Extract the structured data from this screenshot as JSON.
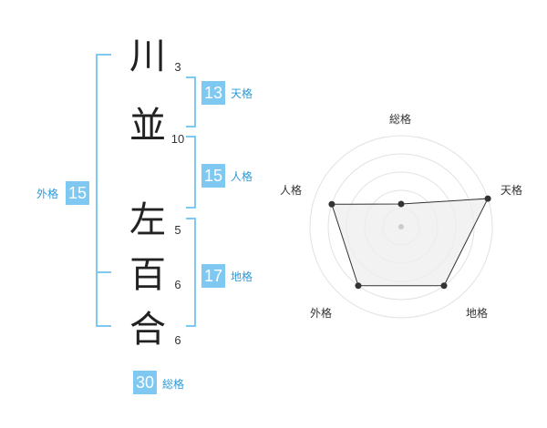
{
  "characters": [
    {
      "char": "川",
      "strokes": "3"
    },
    {
      "char": "並",
      "strokes": "10"
    },
    {
      "char": "左",
      "strokes": "5"
    },
    {
      "char": "百",
      "strokes": "6"
    },
    {
      "char": "合",
      "strokes": "6"
    }
  ],
  "fortunes": {
    "tenkaku": {
      "label": "天格",
      "value": "13"
    },
    "jinkaku": {
      "label": "人格",
      "value": "15"
    },
    "chikaku": {
      "label": "地格",
      "value": "17"
    },
    "gaikaku": {
      "label": "外格",
      "value": "15"
    },
    "soukaku": {
      "label": "総格",
      "value": "30"
    }
  },
  "colors": {
    "accent": "#7ec8f2",
    "accent_text": "#2a9ad8",
    "bracket": "#7ec8f2"
  },
  "chart_data": {
    "type": "radar",
    "axes": [
      "総格",
      "天格",
      "地格",
      "外格",
      "人格"
    ],
    "values": [
      0.25,
      1.0,
      0.8,
      0.8,
      0.8
    ],
    "rings": 5,
    "fill": "#eeeeee",
    "line": "#333333"
  }
}
